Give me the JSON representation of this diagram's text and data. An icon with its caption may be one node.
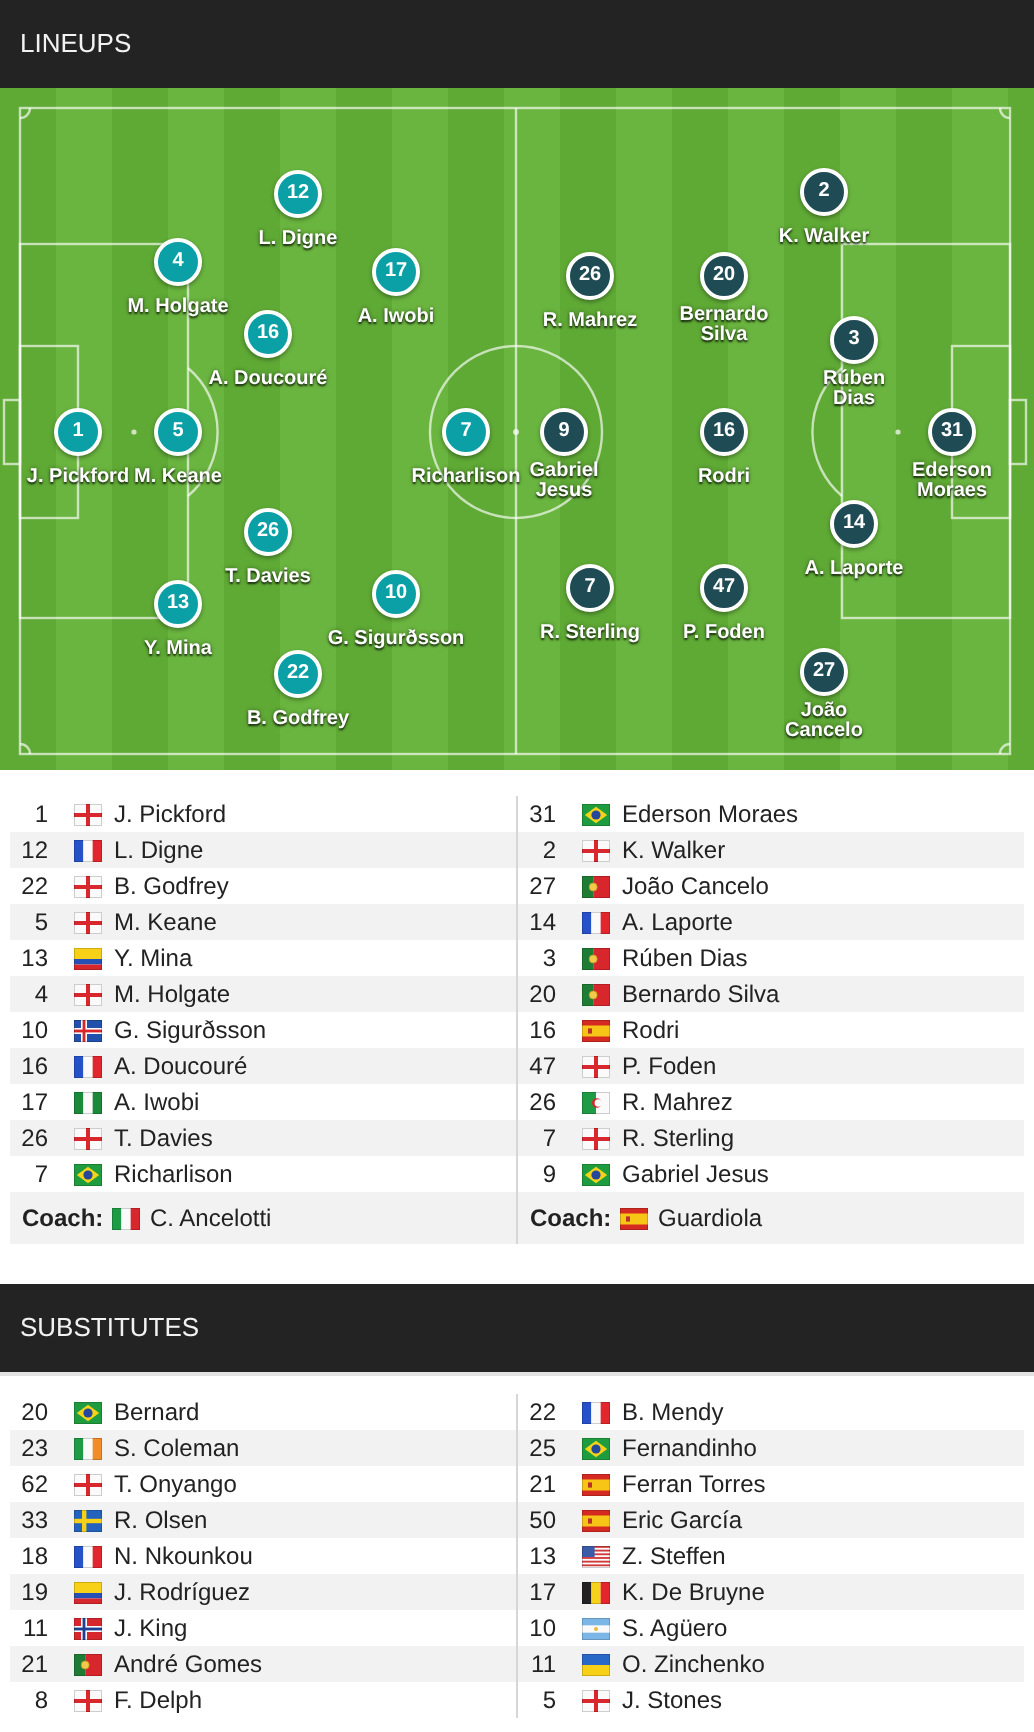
{
  "diagram": {
    "nodes": [
      {
        "text": [
          "LINEUPS"
        ]
      },
      {
        "text": [
          "1"
        ],
        "beside": [
          "J. Pickford"
        ]
      },
      {
        "text": [
          "12"
        ],
        "beside": [
          "L. Digne"
        ]
      },
      {
        "text": [
          "22"
        ],
        "beside": [
          "B. Godfrey"
        ]
      },
      {
        "text": [
          "5"
        ],
        "beside": [
          "M. Keane"
        ]
      },
      {
        "text": [
          "13"
        ],
        "beside": [
          "Y. Mina"
        ]
      },
      {
        "text": [
          "4"
        ],
        "beside": [
          "M. Holgate"
        ]
      },
      {
        "text": [
          "10"
        ],
        "beside": [
          "G. Sigurðsson"
        ]
      },
      {
        "text": [
          "16"
        ],
        "beside": [
          "A. Doucouré"
        ]
      },
      {
        "text": [
          "17"
        ],
        "beside": [
          "A. Iwobi"
        ]
      },
      {
        "text": [
          "26"
        ],
        "beside": [
          "T. Davies"
        ]
      },
      {
        "text": [
          "7"
        ],
        "beside": [
          "Richarlison"
        ]
      },
      {
        "text": [
          "31"
        ],
        "beside": [
          "Ederson Moraes"
        ]
      },
      {
        "text": [
          "2"
        ],
        "beside": [
          "K. Walker"
        ]
      },
      {
        "text": [
          "27"
        ],
        "beside": [
          "João Cancelo"
        ]
      },
      {
        "text": [
          "14"
        ],
        "beside": [
          "A. Laporte"
        ]
      },
      {
        "text": [
          "3"
        ],
        "beside": [
          "Rúben Dias"
        ]
      },
      {
        "text": [
          "20"
        ],
        "beside": [
          "Bernardo Silva"
        ]
      },
      {
        "text": [
          "16"
        ],
        "beside": [
          "Rodri"
        ]
      },
      {
        "text": [
          "47"
        ],
        "beside": [
          "P. Foden"
        ]
      },
      {
        "text": [
          "26"
        ],
        "beside": [
          "R. Mahrez"
        ]
      },
      {
        "text": [
          "7"
        ],
        "beside": [
          "R. Sterling"
        ]
      },
      {
        "text": [
          "9"
        ],
        "beside": [
          "Gabriel Jesus"
        ]
      },
      {
        "text": [
          "SUBSTITUTES"
        ]
      }
    ],
    "labels": [
      "1",
      "J. Pickford",
      "31",
      "Ederson Moraes",
      "12",
      "L. Digne",
      "2",
      "K. Walker",
      "22",
      "B. Godfrey",
      "27",
      "João Cancelo",
      "5",
      "M. Keane",
      "14",
      "A. Laporte",
      "13",
      "Y. Mina",
      "3",
      "Rúben Dias",
      "4",
      "M. Holgate",
      "20",
      "Bernardo Silva",
      "10",
      "G. Sigurðsson",
      "16",
      "Rodri",
      "16",
      "A. Doucouré",
      "47",
      "P. Foden",
      "17",
      "A. Iwobi",
      "26",
      "R. Mahrez",
      "26",
      "T. Davies",
      "7",
      "R. Sterling",
      "7",
      "Richarlison",
      "9",
      "Gabriel Jesus",
      "Coach:",
      "C. Ancelotti",
      "Coach:",
      "Guardiola",
      "20",
      "Bernard",
      "22",
      "B. Mendy",
      "23",
      "S. Coleman",
      "25",
      "Fernandinho",
      "62",
      "T. Onyango",
      "21",
      "Ferran Torres",
      "33",
      "R. Olsen",
      "50",
      "Eric García",
      "18",
      "N. Nkounkou",
      "13",
      "Z. Steffen",
      "19",
      "J. Rodríguez",
      "17",
      "K. De Bruyne",
      "11",
      "J. King",
      "10",
      "S. Agüero",
      "21",
      "André Gomes",
      "11",
      "O. Zinchenko",
      "8",
      "F. Delph",
      "5",
      "J. Stones"
    ]
  }
}
